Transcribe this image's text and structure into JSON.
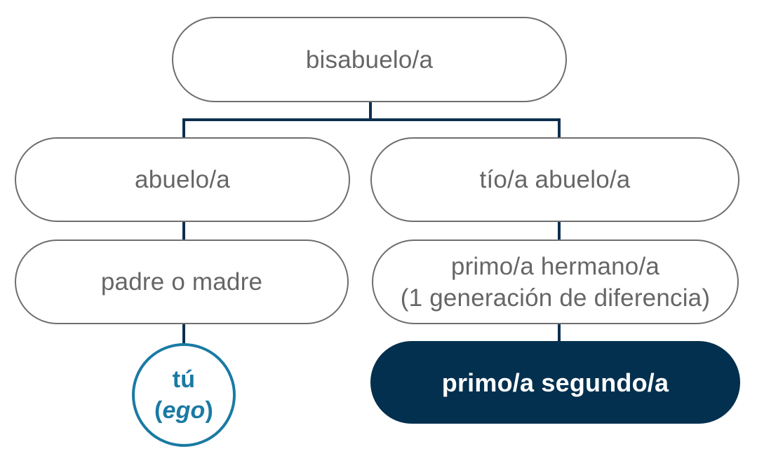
{
  "diagram": {
    "nodes": {
      "great_grandparent": "bisabuelo/a",
      "grandparent": "abuelo/a",
      "great_uncle_aunt": "tío/a abuelo/a",
      "parent": "padre o madre",
      "first_cousin_once_removed": {
        "line1": "primo/a hermano/a",
        "line2": "(1 generación de diferencia)"
      },
      "self": {
        "line1": "tú",
        "line2_open": "(",
        "line2_word": "ego",
        "line2_close": ")"
      },
      "second_cousin": "primo/a segundo/a"
    },
    "colors": {
      "connector": "#0d2f4f",
      "node_border": "#6e6e6e",
      "node_text": "#666666",
      "highlight_fill": "#04304f",
      "highlight_text": "#ffffff",
      "ego_accent": "#1a7aa3"
    }
  }
}
